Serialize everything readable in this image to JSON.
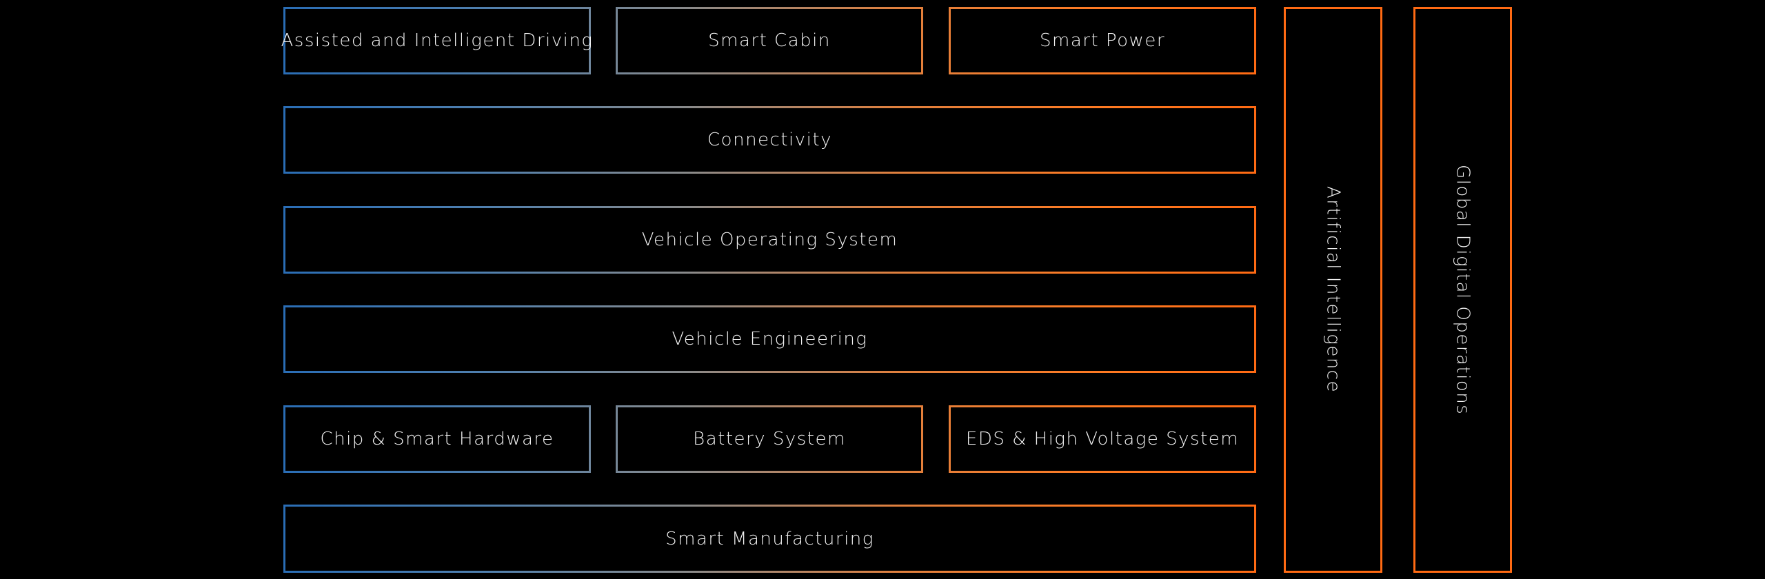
{
  "top_row": [
    "Assisted and Intelligent Driving",
    "Smart Cabin",
    "Smart Power"
  ],
  "layers": [
    "Connectivity",
    "Vehicle Operating System",
    "Vehicle Engineering"
  ],
  "hardware_row": [
    "Chip & Smart Hardware",
    "Battery System",
    "EDS & High Voltage System"
  ],
  "base_layer": "Smart Manufacturing",
  "pillars": [
    "Artificial Intelligence",
    "Global Digital Operations"
  ],
  "colors": {
    "blue": "#2a6db5",
    "orange": "#ff6a13",
    "background": "#000000"
  }
}
